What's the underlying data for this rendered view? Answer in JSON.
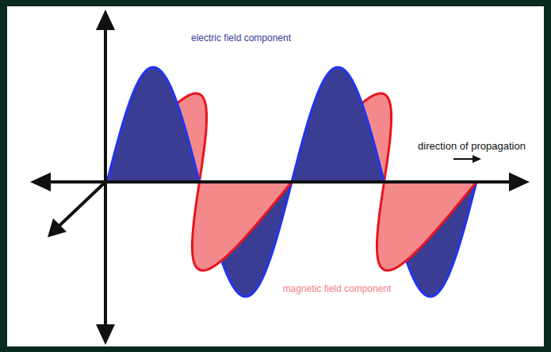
{
  "diagram": {
    "labels": [
      "electric field component",
      "direction of propagation",
      "magnetic field component"
    ]
  }
}
